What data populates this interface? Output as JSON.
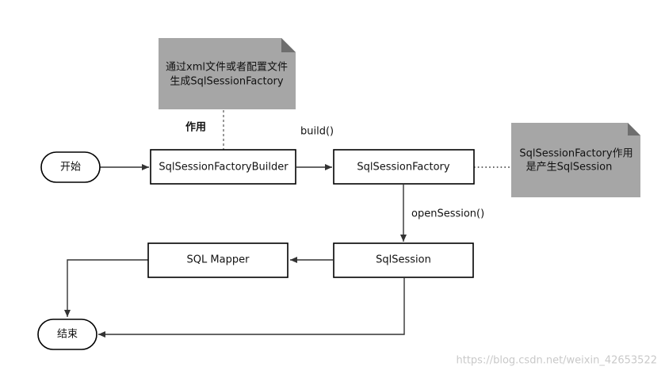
{
  "nodes": {
    "start": "开始",
    "builder": "SqlSessionFactoryBuilder",
    "factory": "SqlSessionFactory",
    "session": "SqlSession",
    "mapper": "SQL Mapper",
    "end": "结束"
  },
  "notes": {
    "config": [
      "通过xml文件或者配置文件",
      "生成SqlSessionFactory"
    ],
    "factory_role": [
      "SqlSessionFactory作用",
      "是产生SqlSession"
    ]
  },
  "edge_labels": {
    "role": "作用",
    "build": "build()",
    "open_session": "openSession()"
  },
  "watermark": "https://blog.csdn.net/weixin_42653522"
}
